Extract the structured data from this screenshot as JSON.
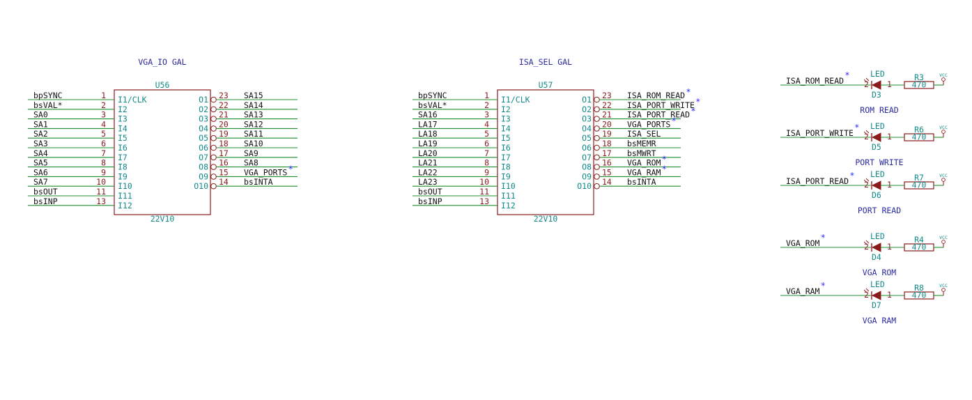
{
  "colors": {
    "wire": "#1f8f2f",
    "body": "#8b1a1a",
    "pin_number": "#8b1a1a",
    "pin_name": "#138a8a",
    "net_label": "#111111",
    "title": "#2a2aa0",
    "star": "#2a2aff"
  },
  "chips": [
    {
      "title": "VGA_IO GAL",
      "ref": "U56",
      "part": "22V10",
      "inputs": [
        {
          "net": "bpSYNC",
          "num": "1",
          "name": "I1/CLK"
        },
        {
          "net": "bsVAL*",
          "num": "2",
          "name": "I2"
        },
        {
          "net": "SA0",
          "num": "3",
          "name": "I3"
        },
        {
          "net": "SA1",
          "num": "4",
          "name": "I4"
        },
        {
          "net": "SA2",
          "num": "5",
          "name": "I5"
        },
        {
          "net": "SA3",
          "num": "6",
          "name": "I6"
        },
        {
          "net": "SA4",
          "num": "7",
          "name": "I7"
        },
        {
          "net": "SA5",
          "num": "8",
          "name": "I8"
        },
        {
          "net": "SA6",
          "num": "9",
          "name": "I9"
        },
        {
          "net": "SA7",
          "num": "10",
          "name": "I10"
        },
        {
          "net": "bsOUT",
          "num": "11",
          "name": "I11"
        },
        {
          "net": "bsINP",
          "num": "13",
          "name": "I12"
        }
      ],
      "outputs": [
        {
          "net": "SA15",
          "num": "23",
          "name": "O1",
          "star": ""
        },
        {
          "net": "SA14",
          "num": "22",
          "name": "O2",
          "star": ""
        },
        {
          "net": "SA13",
          "num": "21",
          "name": "O3",
          "star": ""
        },
        {
          "net": "SA12",
          "num": "20",
          "name": "O4",
          "star": ""
        },
        {
          "net": "SA11",
          "num": "19",
          "name": "O5",
          "star": ""
        },
        {
          "net": "SA10",
          "num": "18",
          "name": "O6",
          "star": ""
        },
        {
          "net": "SA9",
          "num": "17",
          "name": "O7",
          "star": ""
        },
        {
          "net": "SA8",
          "num": "16",
          "name": "O8",
          "star": ""
        },
        {
          "net": "VGA_PORTS",
          "num": "15",
          "name": "O9",
          "star": "*"
        },
        {
          "net": "bsINTA",
          "num": "14",
          "name": "O10",
          "star": ""
        }
      ]
    },
    {
      "title": "ISA_SEL GAL",
      "ref": "U57",
      "part": "22V10",
      "inputs": [
        {
          "net": "bpSYNC",
          "num": "1",
          "name": "I1/CLK"
        },
        {
          "net": "bsVAL*",
          "num": "2",
          "name": "I2"
        },
        {
          "net": "SA16",
          "num": "3",
          "name": "I3"
        },
        {
          "net": "LA17",
          "num": "4",
          "name": "I4"
        },
        {
          "net": "LA18",
          "num": "5",
          "name": "I5"
        },
        {
          "net": "LA19",
          "num": "6",
          "name": "I6"
        },
        {
          "net": "LA20",
          "num": "7",
          "name": "I7"
        },
        {
          "net": "LA21",
          "num": "8",
          "name": "I8"
        },
        {
          "net": "LA22",
          "num": "9",
          "name": "I9"
        },
        {
          "net": "LA23",
          "num": "10",
          "name": "I10"
        },
        {
          "net": "bsOUT",
          "num": "11",
          "name": "I11"
        },
        {
          "net": "bsINP",
          "num": "13",
          "name": "I12"
        }
      ],
      "outputs": [
        {
          "net": "ISA_ROM_READ",
          "num": "23",
          "name": "O1",
          "star": "*"
        },
        {
          "net": "ISA_PORT_WRITE",
          "num": "22",
          "name": "O2",
          "star": "*"
        },
        {
          "net": "ISA_PORT_READ",
          "num": "21",
          "name": "O3",
          "star": "*"
        },
        {
          "net": "VGA_PORTS",
          "num": "20",
          "name": "O4",
          "star": "*"
        },
        {
          "net": "ISA_SEL",
          "num": "19",
          "name": "O5",
          "star": ""
        },
        {
          "net": "bsMEMR",
          "num": "18",
          "name": "O6",
          "star": ""
        },
        {
          "net": "bsMWRT",
          "num": "17",
          "name": "O7",
          "star": ""
        },
        {
          "net": "VGA_ROM",
          "num": "16",
          "name": "O8",
          "star": "*"
        },
        {
          "net": "VGA_RAM",
          "num": "15",
          "name": "O9",
          "star": "*"
        },
        {
          "net": "bsINTA",
          "num": "14",
          "name": "O10",
          "star": ""
        }
      ]
    }
  ],
  "leds": [
    {
      "net": "ISA_ROM_READ",
      "star": "*",
      "pin2": "2",
      "pin1": "1",
      "led_label": "LED",
      "diode_ref": "D3",
      "res_ref": "R3",
      "res_value": "470",
      "vcc": "VCC",
      "caption": "ROM READ"
    },
    {
      "net": "ISA_PORT_WRITE",
      "star": "*",
      "pin2": "2",
      "pin1": "1",
      "led_label": "LED",
      "diode_ref": "D5",
      "res_ref": "R6",
      "res_value": "470",
      "vcc": "VCC",
      "caption": "PORT WRITE"
    },
    {
      "net": "ISA_PORT_READ",
      "star": "*",
      "pin2": "2",
      "pin1": "1",
      "led_label": "LED",
      "diode_ref": "D6",
      "res_ref": "R7",
      "res_value": "470",
      "vcc": "VCC",
      "caption": "PORT READ"
    },
    {
      "net": "VGA_ROM",
      "star": "*",
      "pin2": "2",
      "pin1": "1",
      "led_label": "LED",
      "diode_ref": "D4",
      "res_ref": "R4",
      "res_value": "470",
      "vcc": "VCC",
      "caption": "VGA ROM"
    },
    {
      "net": "VGA_RAM",
      "star": "*",
      "pin2": "2",
      "pin1": "1",
      "led_label": "LED",
      "diode_ref": "D7",
      "res_ref": "R8",
      "res_value": "470",
      "vcc": "VCC",
      "caption": "VGA RAM"
    }
  ]
}
